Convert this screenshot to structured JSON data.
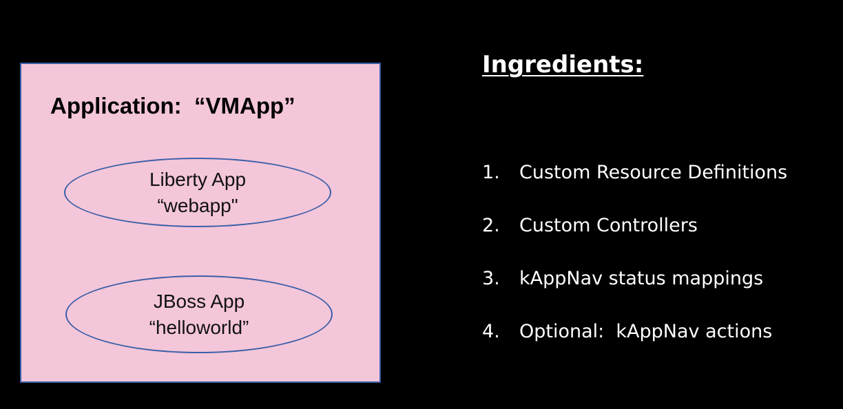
{
  "application": {
    "title": "Application:  “VMApp”",
    "components": [
      {
        "type": "Liberty App",
        "name": "“webapp\""
      },
      {
        "type": "JBoss App",
        "name": "“helloworld”"
      }
    ]
  },
  "ingredients": {
    "heading": "Ingredients:",
    "items": [
      {
        "number": "1.",
        "text": "Custom Resource Definitions"
      },
      {
        "number": "2.",
        "text": "Custom Controllers"
      },
      {
        "number": "3.",
        "text": "kAppNav status mappings"
      },
      {
        "number": "4.",
        "text": "Optional:  kAppNav actions"
      }
    ]
  },
  "colors": {
    "background": "#000000",
    "app_box_fill": "#f4c6d9",
    "outline": "#3a5fa8",
    "text_light": "#ffffff"
  }
}
